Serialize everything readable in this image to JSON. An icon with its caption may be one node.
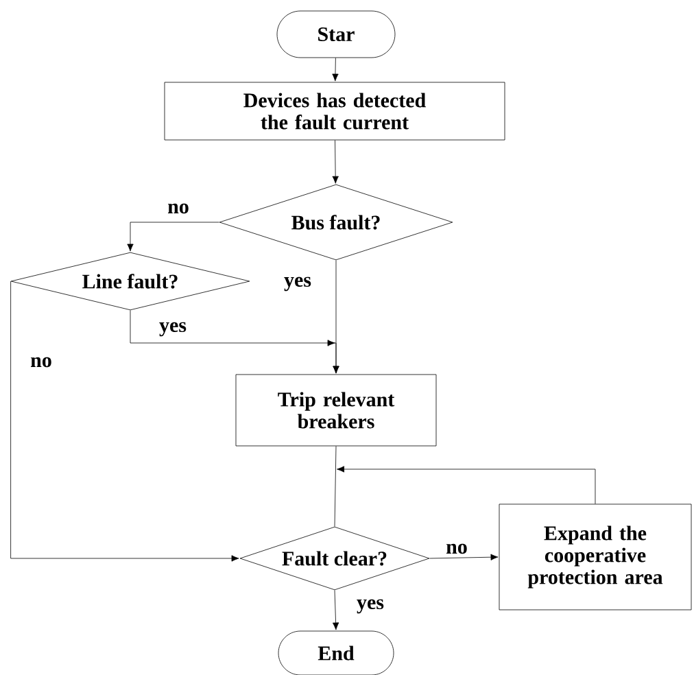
{
  "diagram": {
    "nodes": [
      {
        "text": [
          "Star"
        ]
      },
      {
        "text": [
          "Devices has detected the fault current"
        ]
      },
      {
        "text": [
          "Bus fault?"
        ]
      },
      {
        "text": [
          "Line fault?"
        ]
      },
      {
        "text": [
          "Trip relevant breakers"
        ]
      },
      {
        "text": [
          "Fault clear?"
        ]
      },
      {
        "text": [
          "Expand the cooperative protection area"
        ]
      },
      {
        "text": [
          "End"
        ]
      }
    ],
    "edges": [
      {
        "from": 0,
        "to": 1,
        "arrow": "to"
      },
      {
        "from": 1,
        "to": 2,
        "arrow": "to"
      },
      {
        "from": 2,
        "to": 3,
        "arrow": "to",
        "label": "no"
      },
      {
        "from": 2,
        "to": 4,
        "arrow": "to",
        "label": "yes"
      },
      {
        "from": 3,
        "to": 4,
        "arrow": "to",
        "label": "yes"
      },
      {
        "from": 3,
        "to": 5,
        "arrow": "to",
        "label": "no"
      },
      {
        "from": 4,
        "to": 5,
        "arrow": "none"
      },
      {
        "from": 5,
        "to": 6,
        "arrow": "to",
        "label": "no"
      },
      {
        "from": 6,
        "to": null,
        "arrow": "to"
      },
      {
        "from": 5,
        "to": 7,
        "arrow": "to",
        "label": "yes"
      }
    ]
  }
}
